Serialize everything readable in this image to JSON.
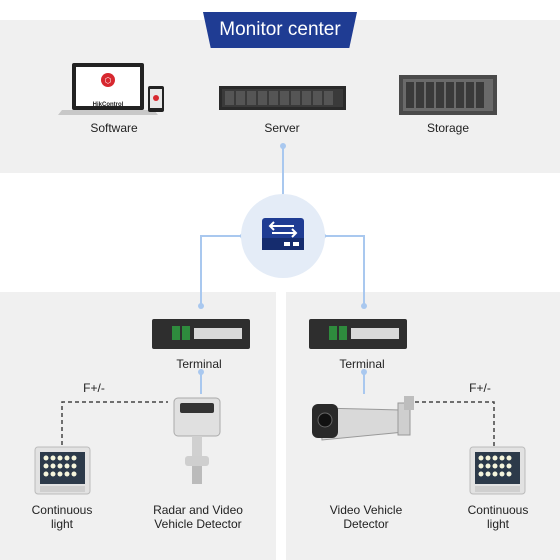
{
  "header": {
    "title": "Monitor center"
  },
  "devices": {
    "software": {
      "label": "Software",
      "logo_text": "HikControl"
    },
    "server": {
      "label": "Server"
    },
    "storage": {
      "label": "Storage"
    },
    "switch": {
      "icon": "network-switch-icon"
    },
    "left_terminal": {
      "label": "Terminal"
    },
    "right_terminal": {
      "label": "Terminal"
    },
    "left_light": {
      "label_line1": "Continuous",
      "label_line2": "light"
    },
    "radar": {
      "label_line1": "Radar and Video",
      "label_line2": "Vehicle Detector"
    },
    "video_detector": {
      "label_line1": "Video Vehicle",
      "label_line2": "Detector"
    },
    "right_light": {
      "label_line1": "Continuous",
      "label_line2": "light"
    }
  },
  "connections": {
    "left_flash_label": "F+/-",
    "right_flash_label": "F+/-"
  },
  "colors": {
    "accent": "#1f3c93",
    "connector": "#a9c8ef",
    "panel": "#f0f0f0",
    "dashed": "#444444"
  }
}
